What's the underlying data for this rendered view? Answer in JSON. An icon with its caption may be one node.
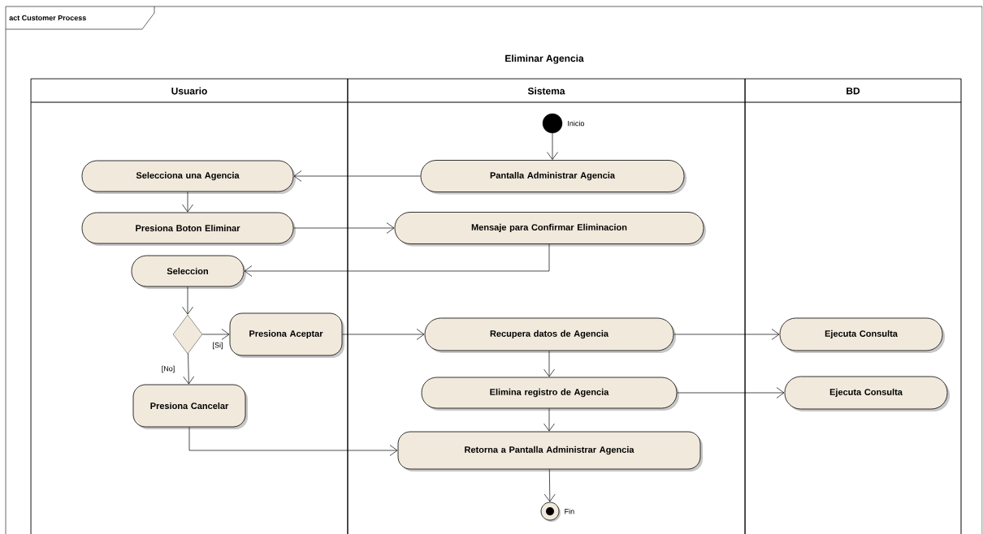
{
  "diagram": {
    "title": "Eliminar Agencia",
    "nodes": [
      {
        "text": [
          "act Customer Process"
        ]
      },
      {
        "text": [
          "Usuario"
        ],
        "in": 0
      },
      {
        "text": [
          "Sistema"
        ],
        "in": 0
      },
      {
        "text": [
          "BD"
        ],
        "in": 0
      },
      {
        "text": [],
        "shape": "circle",
        "in": 2,
        "beside": [
          "Inicio"
        ]
      },
      {
        "text": [
          "Pantalla Administrar Agencia"
        ],
        "in": 2
      },
      {
        "text": [
          "Selecciona una Agencia"
        ],
        "in": 1
      },
      {
        "text": [
          "Presiona Boton Eliminar"
        ],
        "in": 1
      },
      {
        "text": [
          "Mensaje para Confirmar Eliminacion"
        ],
        "in": 2
      },
      {
        "text": [
          "Seleccion"
        ],
        "in": 1
      },
      {
        "text": [],
        "shape": "diamond",
        "in": 1
      },
      {
        "text": [
          "Presiona Aceptar"
        ],
        "in": 1
      },
      {
        "text": [
          "Recupera datos de Agencia"
        ],
        "in": 2
      },
      {
        "text": [
          "Ejecuta Consulta"
        ],
        "in": 3
      },
      {
        "text": [
          "Presiona Cancelar"
        ],
        "in": 1
      },
      {
        "text": [
          "Elimina registro de Agencia"
        ],
        "in": 2
      },
      {
        "text": [
          "Ejecuta Consulta"
        ],
        "in": 3
      },
      {
        "text": [
          "Retorna a Pantalla Administrar Agencia"
        ],
        "in": 2
      },
      {
        "text": [],
        "shape": "circle",
        "in": 2,
        "beside": [
          "Fin"
        ]
      }
    ],
    "edges": [
      {
        "from": 4,
        "to": 5,
        "arrow": "to"
      },
      {
        "from": 5,
        "to": 6,
        "arrow": "to"
      },
      {
        "from": 6,
        "to": 7,
        "arrow": "to"
      },
      {
        "from": 7,
        "to": 8,
        "arrow": "to"
      },
      {
        "from": 8,
        "to": 9,
        "arrow": "to"
      },
      {
        "from": 9,
        "to": 10,
        "arrow": "to"
      },
      {
        "from": 10,
        "to": 11,
        "arrow": "to",
        "label": "[Si]"
      },
      {
        "from": 10,
        "to": 14,
        "arrow": "to",
        "label": "[No]"
      },
      {
        "from": 11,
        "to": 12,
        "arrow": "to"
      },
      {
        "from": 12,
        "to": 13,
        "arrow": "to"
      },
      {
        "from": 12,
        "to": 15,
        "arrow": "to"
      },
      {
        "from": 15,
        "to": 16,
        "arrow": "to"
      },
      {
        "from": 15,
        "to": 17,
        "arrow": "to"
      },
      {
        "from": 14,
        "to": 17,
        "arrow": "to"
      },
      {
        "from": 17,
        "to": 18,
        "arrow": "to"
      }
    ]
  }
}
